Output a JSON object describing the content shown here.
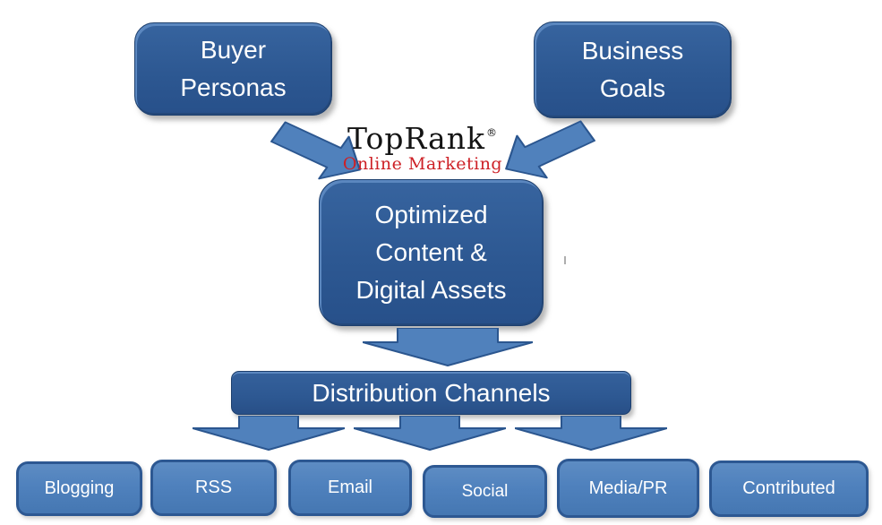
{
  "diagram": {
    "logo": {
      "brand": "TopRank",
      "registered": "®",
      "tagline": "Online Marketing"
    },
    "nodes": {
      "buyer_personas": {
        "line1": "Buyer",
        "line2": "Personas"
      },
      "business_goals": {
        "line1": "Business",
        "line2": "Goals"
      },
      "optimized_content": {
        "line1": "Optimized",
        "line2": "Content &",
        "line3": "Digital Assets"
      },
      "distribution": {
        "label": "Distribution Channels"
      }
    },
    "channels": [
      {
        "label": "Blogging"
      },
      {
        "label": "RSS"
      },
      {
        "label": "Email"
      },
      {
        "label": "Social"
      },
      {
        "label": "Media/PR"
      },
      {
        "label": "Contributed"
      }
    ],
    "colors": {
      "background": "#ffffff",
      "node_dark_fill": "#2d5892",
      "node_dark_border": "#1d3f6d",
      "node_dark_highlight": "#5b87bf",
      "node_light_fill": "#4f81bd",
      "node_light_border": "#2d5892",
      "arrow_fill": "#5081bc",
      "arrow_border": "#2b568f",
      "text_on_blue": "#ffffff",
      "logo_text": "#141414",
      "logo_tagline_red": "#cd2026"
    }
  }
}
